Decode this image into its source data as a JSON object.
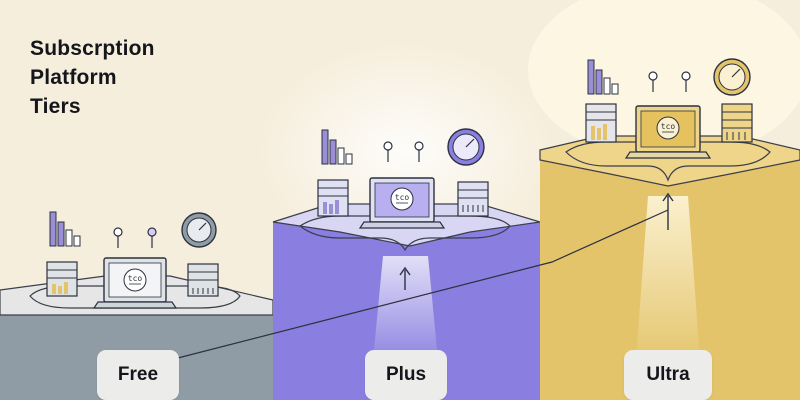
{
  "title": {
    "lines": [
      "Subscrption",
      "Platform",
      "Tiers"
    ]
  },
  "tiers": [
    {
      "label": "Free",
      "screen_text": "tco",
      "accent": "#8f9ca6",
      "active": false
    },
    {
      "label": "Plus",
      "screen_text": "tco",
      "accent": "#8a7fe0",
      "active": true
    },
    {
      "label": "Ultra",
      "screen_text": "tco",
      "accent": "#e3c46a",
      "active": true
    }
  ],
  "colors": {
    "background": "#f6eedc",
    "free_column": "#8f9ca6",
    "plus_column": "#8a7fe0",
    "ultra_column": "#e3c46a",
    "ink": "#2b3140",
    "lavender": "#9a8fd6"
  },
  "icons": [
    "bar-chart-icon",
    "pin-icon",
    "dial-icon",
    "server-rack-icon",
    "laptop-icon",
    "up-arrow-icon"
  ]
}
